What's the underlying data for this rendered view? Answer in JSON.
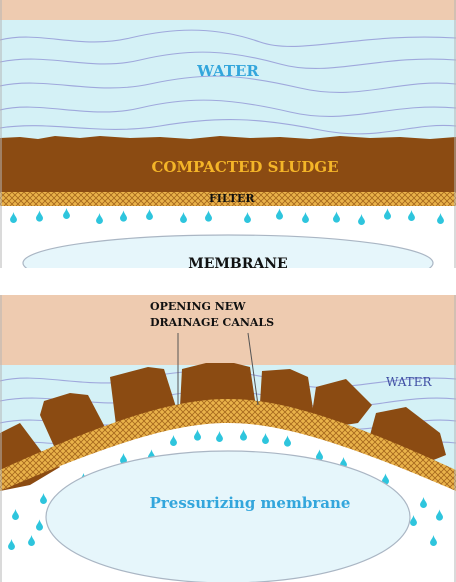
{
  "top_panel": {
    "water_label": "WATER",
    "sludge_label": "COMPACTED SLUDGE",
    "filter_label": "FILTER",
    "membrane_label": "MEMBRANE"
  },
  "bottom_panel": {
    "canals_label_line1": "OPENING NEW",
    "canals_label_line2": "DRAINAGE CANALS",
    "water_label": "WATER",
    "membrane_label": "Pressurizing membrane"
  },
  "colors": {
    "tan": "#eecbb0",
    "water": "#d4f1f6",
    "wave": "#9fa8dc",
    "sludge": "#8b4b12",
    "filter": "#e9b24a",
    "droplet": "#2ec5dd",
    "label_blue": "#33a6dc",
    "label_gold": "#f4b528",
    "label_navy": "#3e4ea3"
  }
}
